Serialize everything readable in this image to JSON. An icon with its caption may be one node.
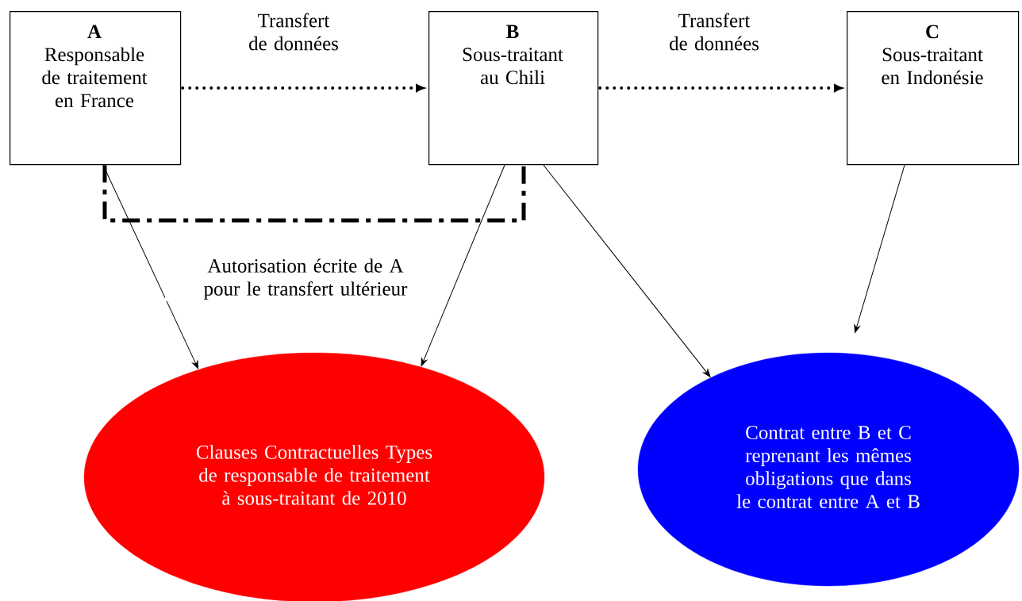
{
  "diagram": {
    "nodes": [
      {
        "text": [
          "A",
          "Responsable de traitement en France"
        ]
      },
      {
        "text": [
          "B",
          "Sous-traitant au Chili"
        ]
      },
      {
        "text": [
          "C",
          "Sous-traitant en Indonésie"
        ]
      },
      {
        "text": [
          "Clauses Contractuelles Types de responsable de traitement à sous-traitant de 2010"
        ]
      },
      {
        "text": [
          "Contrat entre B et C reprenant les mêmes obligations que dans le contrat entre A et B"
        ]
      }
    ],
    "edges": [
      {
        "from": 0,
        "to": 1,
        "arrow": "to",
        "style": "dashed",
        "label": "Transfert de données"
      },
      {
        "from": 1,
        "to": 2,
        "arrow": "to",
        "style": "dashed",
        "label": "Transfert de données"
      },
      {
        "from": 0,
        "to": 1,
        "arrow": "none",
        "style": "dashed"
      },
      {
        "from": 0,
        "to": 3,
        "arrow": "to"
      },
      {
        "from": 1,
        "to": 3,
        "arrow": "to"
      },
      {
        "from": 1,
        "to": 4,
        "arrow": "to"
      },
      {
        "from": 2,
        "to": 4,
        "arrow": "to"
      }
    ],
    "labels": [
      "Autorisation écrite de A pour le transfert ultérieur"
    ]
  }
}
